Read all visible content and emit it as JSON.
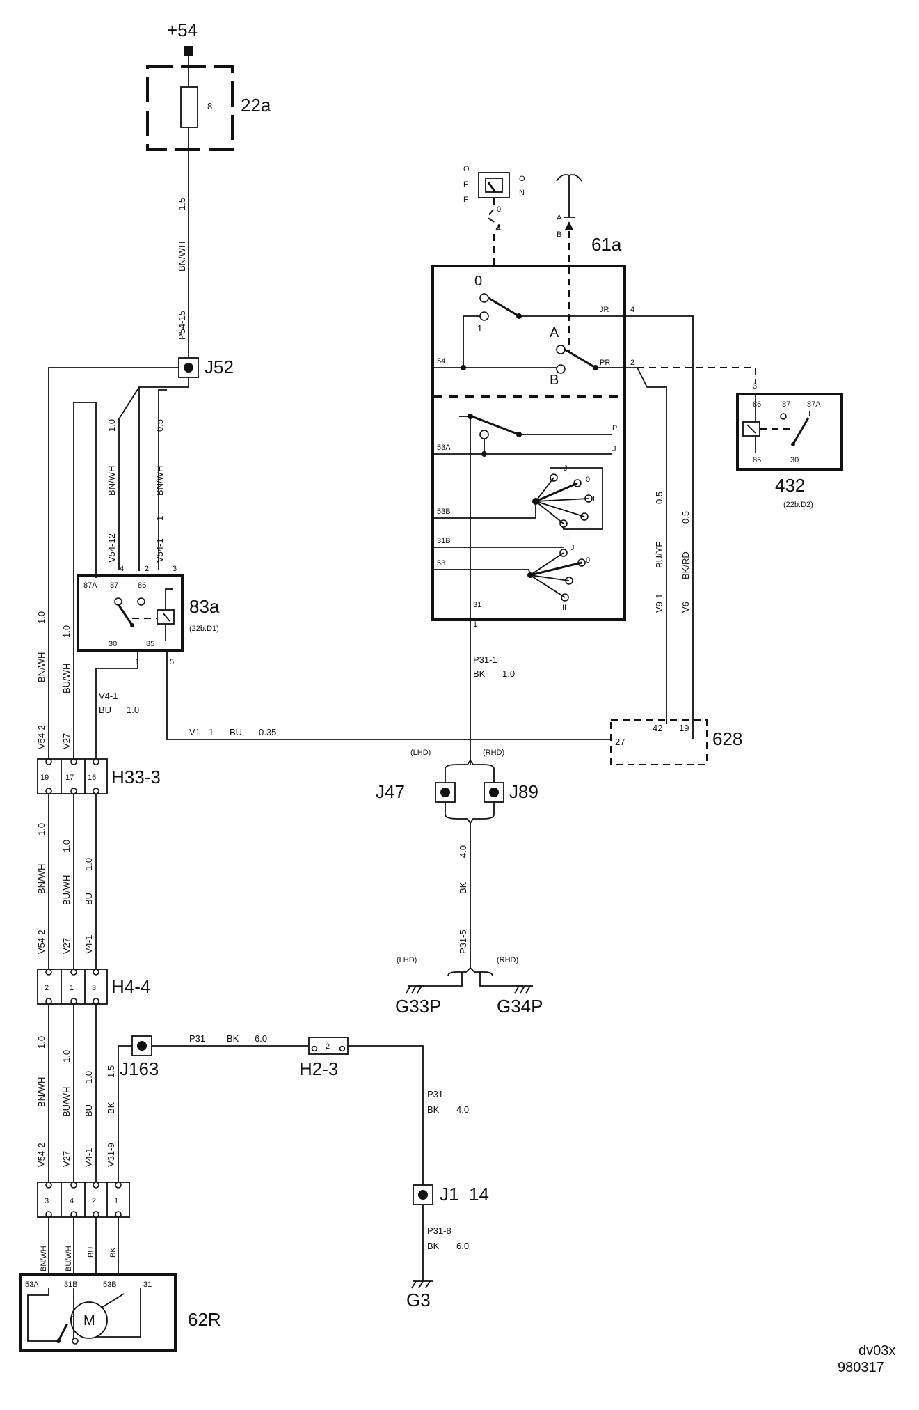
{
  "diagram": {
    "supply": "+54",
    "components": {
      "fuse_box": "22a",
      "fuse_number": "8",
      "relay_left": "83a",
      "relay_left_ref": "(22b:D1)",
      "switch": "61a",
      "relay_right": "432",
      "relay_right_ref": "(22b:D2)",
      "module": "628",
      "motor_unit": "62R",
      "motor_symbol": "M"
    },
    "connectors": {
      "h33": "H33-3",
      "h4": "H4-4",
      "h2": "H2-3",
      "j52": "J52",
      "j47": "J47",
      "j89": "J89",
      "j163": "J163",
      "j1": "J1",
      "j1_num": "14"
    },
    "grounds": {
      "g33": "G33P",
      "g34": "G34P",
      "g3": "G3"
    },
    "switch_positions": {
      "off_o": "O",
      "off_f1": "F",
      "off_f2": "F",
      "on_o": "O",
      "on_n": "N",
      "pos0": "0",
      "pos1": "1",
      "posA": "A",
      "posB": "B",
      "zero_small": "0",
      "one_small": "1",
      "a_small": "A",
      "b_small": "B"
    },
    "switch_pins": {
      "jr": "JR",
      "pr": "PR",
      "p": "P",
      "j": "J",
      "p54": "54",
      "p53a": "53A",
      "p53b": "53B",
      "p31b": "31B",
      "p53": "53",
      "p31": "31",
      "out1": "1",
      "out4": "4",
      "out2": "2",
      "j_upper": "J",
      "z_upper": "0",
      "i_upper": "I",
      "ii_upper": "II",
      "j_lower": "J",
      "z_lower": "0",
      "i_lower": "I",
      "ii_lower": "II"
    },
    "relay_left_pins": {
      "p87a": "87A",
      "p87": "87",
      "p86": "86",
      "p30": "30",
      "p85": "85",
      "t4": "4",
      "t2": "2",
      "t3": "3",
      "t1": "1",
      "t5": "5"
    },
    "relay_right_pins": {
      "p86": "86",
      "p87": "87",
      "p87a": "87A",
      "p85": "85",
      "p30": "30",
      "t3": "3"
    },
    "module_pins": {
      "p27": "27",
      "p42": "42",
      "p19": "19"
    },
    "connector_pins": {
      "h33": [
        "19",
        "17",
        "16"
      ],
      "h4": [
        "2",
        "1",
        "3"
      ],
      "h2": "2",
      "motor": [
        "3",
        "4",
        "2",
        "1"
      ]
    },
    "motor_terminals": {
      "t53a": "53A",
      "t31b": "31B",
      "t53b": "53B",
      "t31": "31"
    },
    "harness_markers": {
      "lhd_top": "(LHD)",
      "rhd_top": "(RHD)",
      "lhd_bottom": "(LHD)",
      "rhd_bottom": "(RHD)"
    },
    "wires": {
      "fuse_size": "1.5",
      "fuse_color": "BN/WH",
      "fuse_id": "P54-15",
      "r4_size": "1.0",
      "r4_color": "BN/WH",
      "r4_id": "V54-12",
      "r2_size": "0.5",
      "r2_color": "BN/WH",
      "r2_num": "1",
      "r2_id": "V54-1",
      "left_a_size": "1.0",
      "left_a_color": "BN/WH",
      "left_a_id": "V54-2",
      "left_b_size": "1.0",
      "left_b_color": "BU/WH",
      "left_b_id": "V27",
      "v41_id": "V4-1",
      "v41_color": "BU",
      "v41_size": "1.0",
      "v1_id": "V1",
      "v1_num": "1",
      "v1_color": "BU",
      "v1_size": "0.35",
      "p311_id": "P31-1",
      "p311_color": "BK",
      "p311_size": "1.0",
      "v91_size": "0.5",
      "v91_color": "BU/YE",
      "v91_id": "V9-1",
      "v6_size": "0.5",
      "v6_color": "BK/RD",
      "v6_id": "V6",
      "m1_size": "1.0",
      "m1_color": "BN/WH",
      "m1_id": "V54-2",
      "m2_size": "1.0",
      "m2_color": "BU/WH",
      "m2_id": "V27",
      "m3_size": "1.0",
      "m3_color": "BU",
      "m3_id": "V4-1",
      "l1_size": "1.0",
      "l1_color": "BN/WH",
      "l1_id": "V54-2",
      "l2_size": "1.0",
      "l2_color": "BU/WH",
      "l2_id": "V27",
      "l3_size": "1.0",
      "l3_color": "BU",
      "l3_id": "V4-1",
      "l4_size": "1.5",
      "l4_color": "BK",
      "l4_id": "V31-9",
      "g_size": "4.0",
      "g_color": "BK",
      "g_id": "P31-5",
      "p31_top_id": "P31",
      "p31_top_color": "BK",
      "p31_top_size": "6.0",
      "p31_mid_id": "P31",
      "p31_mid_color": "BK",
      "p31_mid_size": "4.0",
      "p318_id": "P31-8",
      "p318_color": "BK",
      "p318_size": "6.0",
      "bot_a": "BN/WH",
      "bot_b": "BU/WH",
      "bot_c": "BU",
      "bot_d": "BK"
    },
    "footer": {
      "code": "dv03x",
      "date": "980317"
    }
  }
}
